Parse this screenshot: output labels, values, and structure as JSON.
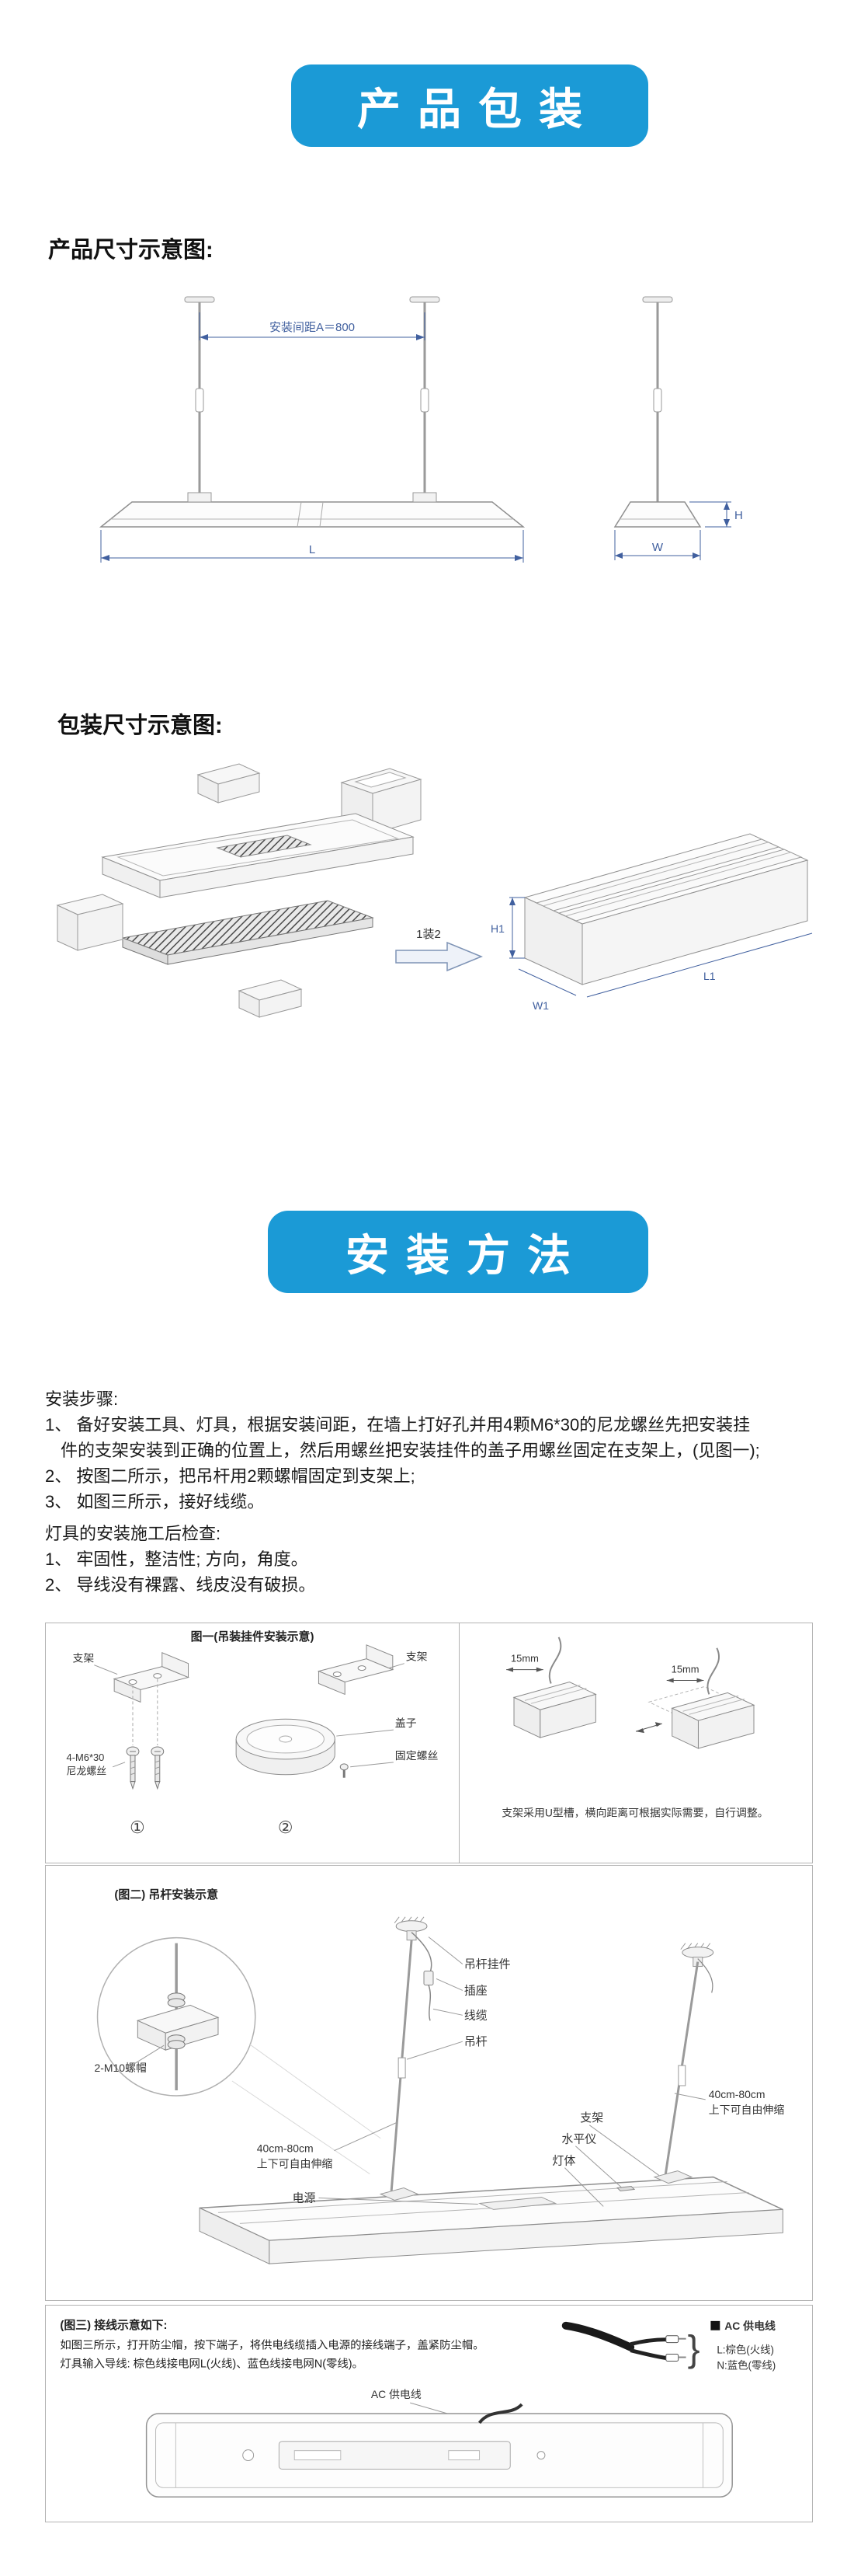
{
  "colors": {
    "banner_blue": "#1b9ad6",
    "dimension_blue": "#41609f"
  },
  "banners": {
    "packaging": "产品包装",
    "installation": "安装方法"
  },
  "sections": {
    "product_size_title": "产品尺寸示意图:",
    "package_size_title": "包装尺寸示意图:"
  },
  "product_diagram": {
    "install_spacing": "安装间距A＝800",
    "dim_l": "L",
    "dim_w": "W",
    "dim_h": "H"
  },
  "package_diagram": {
    "pack_label": "1装2",
    "dim_h1": "H1",
    "dim_w1": "W1",
    "dim_l1": "L1"
  },
  "steps": {
    "title": "安装步骤:",
    "lines": [
      "1、 备好安装工具、灯具，根据安装间距，在墙上打好孔并用4颗M6*30的尼龙螺丝先把安装挂",
      "件的支架安装到正确的位置上，然后用螺丝把安装挂件的盖子用螺丝固定在支架上，(见图一);",
      "2、 按图二所示，把吊杆用2颗螺帽固定到支架上;",
      "3、 如图三所示，接好线缆。"
    ],
    "check_title": "灯具的安装施工后检查:",
    "check_lines": [
      "1、 牢固性，整洁性; 方向，角度。",
      "2、 导线没有裸露、线皮没有破损。"
    ]
  },
  "fig1": {
    "title": "图一(吊装挂件安装示意)",
    "bracket_left_label": "支架",
    "bracket_right_label": "支架",
    "cover_label": "盖子",
    "fix_screw_label": "固定螺丝",
    "nylon_screw_line1": "4-M6*30",
    "nylon_screw_line2": "尼龙螺丝",
    "num1": "①",
    "num2": "②"
  },
  "figU": {
    "dim_left": "15mm",
    "dim_right": "15mm",
    "note": "支架采用U型槽，横向距离可根据实际需要，自行调整。"
  },
  "fig2": {
    "title": "(图二) 吊杆安装示意",
    "nut_label": "2-M10螺帽",
    "hanger_label": "吊杆挂件",
    "socket_label": "插座",
    "cable_label": "线缆",
    "rod_label": "吊杆",
    "range_right_1": "40cm-80cm",
    "range_right_2": "上下可自由伸缩",
    "bracket_label": "支架",
    "level_label": "水平仪",
    "body_label": "灯体",
    "power_label": "电源",
    "range_left_1": "40cm-80cm",
    "range_left_2": "上下可自由伸缩"
  },
  "fig3": {
    "title": "(图三) 接线示意如下:",
    "line1": "如图三所示，打开防尘帽，按下端子，将供电线缆插入电源的接线端子，盖紧防尘帽。",
    "line2": "灯具输入导线: 棕色线接电网L(火线)、蓝色线接电网N(零线)。",
    "ac_label": "AC 供电线",
    "wire_l": "L:棕色(火线)",
    "wire_n": "N:蓝色(零线)",
    "ac_label_bottom": "AC 供电线"
  }
}
